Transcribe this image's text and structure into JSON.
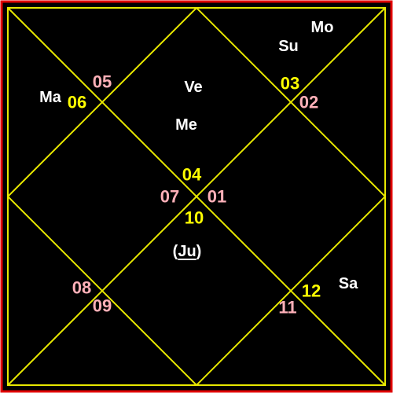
{
  "colors": {
    "background": "#000000",
    "outer_border": "#e00000",
    "lines": "#e8e800",
    "ascendant_sign": "#ffff00",
    "sign_number": "#ffb0b8",
    "planet": "#ffffff"
  },
  "signs": [
    {
      "id": "sign-01",
      "text": "01",
      "kind": "sign_number"
    },
    {
      "id": "sign-02",
      "text": "02",
      "kind": "sign_number"
    },
    {
      "id": "sign-03",
      "text": "03",
      "kind": "ascendant_sign"
    },
    {
      "id": "sign-04",
      "text": "04",
      "kind": "ascendant_sign"
    },
    {
      "id": "sign-05",
      "text": "05",
      "kind": "sign_number"
    },
    {
      "id": "sign-06",
      "text": "06",
      "kind": "ascendant_sign"
    },
    {
      "id": "sign-07",
      "text": "07",
      "kind": "sign_number"
    },
    {
      "id": "sign-08",
      "text": "08",
      "kind": "sign_number"
    },
    {
      "id": "sign-09",
      "text": "09",
      "kind": "sign_number"
    },
    {
      "id": "sign-10",
      "text": "10",
      "kind": "ascendant_sign"
    },
    {
      "id": "sign-11",
      "text": "11",
      "kind": "sign_number"
    },
    {
      "id": "sign-12",
      "text": "12",
      "kind": "ascendant_sign"
    }
  ],
  "planets": [
    {
      "id": "planet-mo",
      "text": "Mo"
    },
    {
      "id": "planet-su",
      "text": "Su"
    },
    {
      "id": "planet-ve",
      "text": "Ve"
    },
    {
      "id": "planet-me",
      "text": "Me"
    },
    {
      "id": "planet-ma",
      "text": "Ma"
    },
    {
      "id": "planet-sa",
      "text": "Sa"
    },
    {
      "id": "planet-ju",
      "text": "(Ju)",
      "underline": "Ju"
    }
  ]
}
